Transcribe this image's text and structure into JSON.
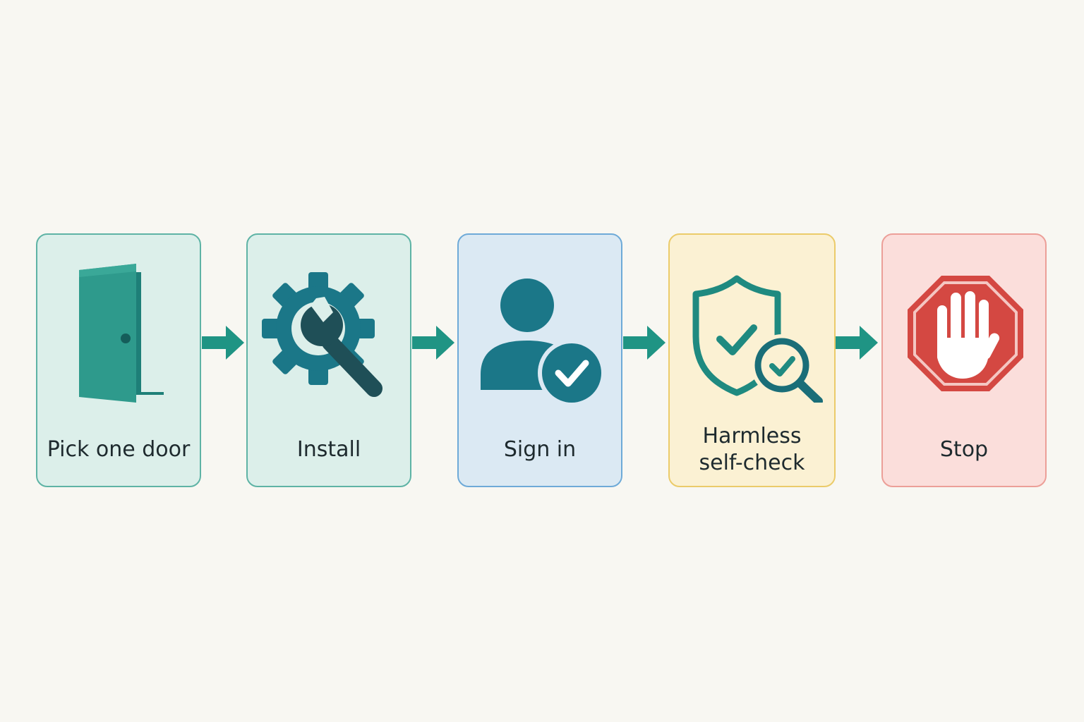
{
  "colors": {
    "teal": "#1f8f82",
    "teal_dark": "#1a6e78",
    "arrow": "#1f9484",
    "stop_red": "#d44842"
  },
  "steps": [
    {
      "label": "Pick one door",
      "icon": "door-icon"
    },
    {
      "label": "Install",
      "icon": "gear-wrench-icon"
    },
    {
      "label": "Sign in",
      "icon": "user-check-icon"
    },
    {
      "label": "Harmless\nself-check",
      "icon": "shield-search-icon"
    },
    {
      "label": "Stop",
      "icon": "stop-hand-icon"
    }
  ]
}
